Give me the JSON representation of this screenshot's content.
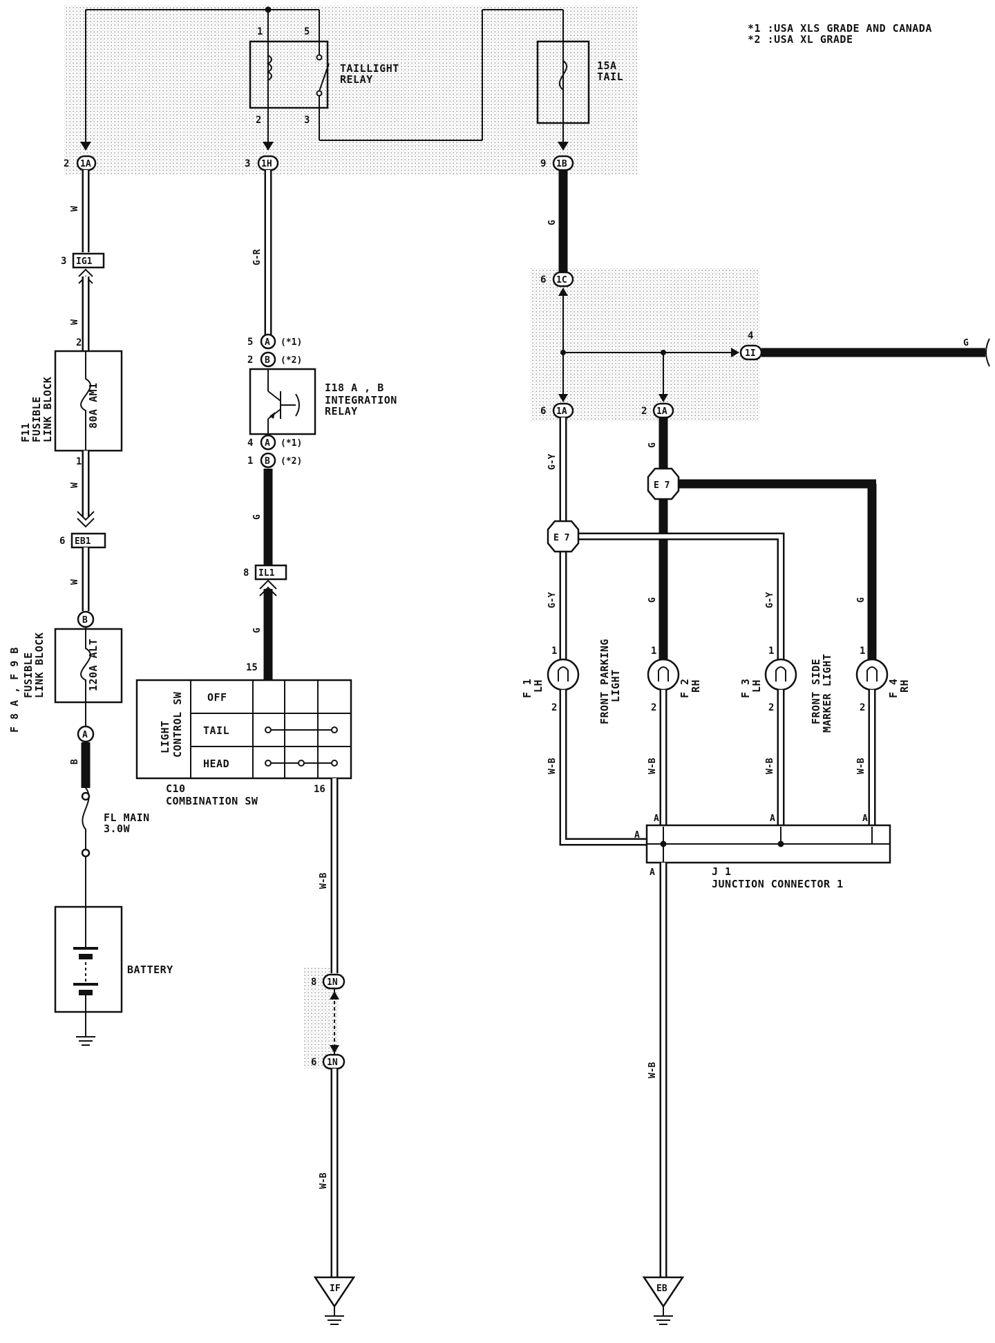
{
  "notes": {
    "note1": "*1 :USA XLS GRADE AND CANADA",
    "note2": "*2 :USA XL GRADE"
  },
  "components": {
    "taillight_relay": "TAILLIGHT RELAY",
    "taillight_relay_l1": "TAILLIGHT",
    "taillight_relay_l2": "RELAY",
    "fuse_tail_l1": "15A",
    "fuse_tail_l2": "TAIL",
    "fusible_block_f11_id": "F11",
    "fusible_block_f11_l1": "FUSIBLE",
    "fusible_block_f11_l2": "LINK BLOCK",
    "fuse_80a": "80A AM1",
    "fusible_block_f8_id": "F 8 A , F 9 B",
    "fusible_block_f8_l1": "FUSIBLE",
    "fusible_block_f8_l2": "LINK BLOCK",
    "fuse_120a": "120A ALT",
    "fl_main_l1": "FL MAIN",
    "fl_main_l2": "3.0W",
    "battery": "BATTERY",
    "integration_relay_id": "I18 A , B",
    "integration_relay_l1": "INTEGRATION",
    "integration_relay_l2": "RELAY",
    "combo_sw_id": "C10",
    "combo_sw_name": "COMBINATION SW",
    "light_control_l1": "LIGHT",
    "light_control_l2": "CONTROL SW",
    "sw_off": "OFF",
    "sw_tail": "TAIL",
    "sw_head": "HEAD",
    "front_parking_l1": "FRONT PARKING",
    "front_parking_l2": "LIGHT",
    "front_side_l1": "FRONT SIDE",
    "front_side_l2": "MARKER LIGHT",
    "junction_id": "J 1",
    "junction_name": "JUNCTION CONNECTOR 1",
    "ground_if": "IF",
    "ground_eb": "EB"
  },
  "lamps": [
    {
      "id": "F 1",
      "side": "LH"
    },
    {
      "id": "F 2",
      "side": "RH"
    },
    {
      "id": "F 3",
      "side": "LH"
    },
    {
      "id": "F 4",
      "side": "RH"
    }
  ],
  "connectors": {
    "c_1a_left": "1A",
    "c_1h": "1H",
    "c_1b": "1B",
    "c_ig1": "IG1",
    "c_eb1": "EB1",
    "c_1c": "1C",
    "c_1i": "1I",
    "c_1a_a": "1A",
    "c_1a_b": "1A",
    "c_e7": "E 7",
    "c_il1": "IL1",
    "c_1n": "1N",
    "c_a": "A",
    "c_b": "B",
    "star1": "(*1)",
    "star2": "(*2)"
  },
  "wires": {
    "w": "W",
    "b": "B",
    "g": "G",
    "gr": "G-R",
    "gy": "G-Y",
    "wb": "W-B"
  },
  "pins": {
    "p1": "1",
    "p2": "2",
    "p3": "3",
    "p4": "4",
    "p5": "5",
    "p6": "6",
    "p8": "8",
    "p9": "9",
    "p15": "15",
    "p16": "16",
    "pa": "A"
  }
}
